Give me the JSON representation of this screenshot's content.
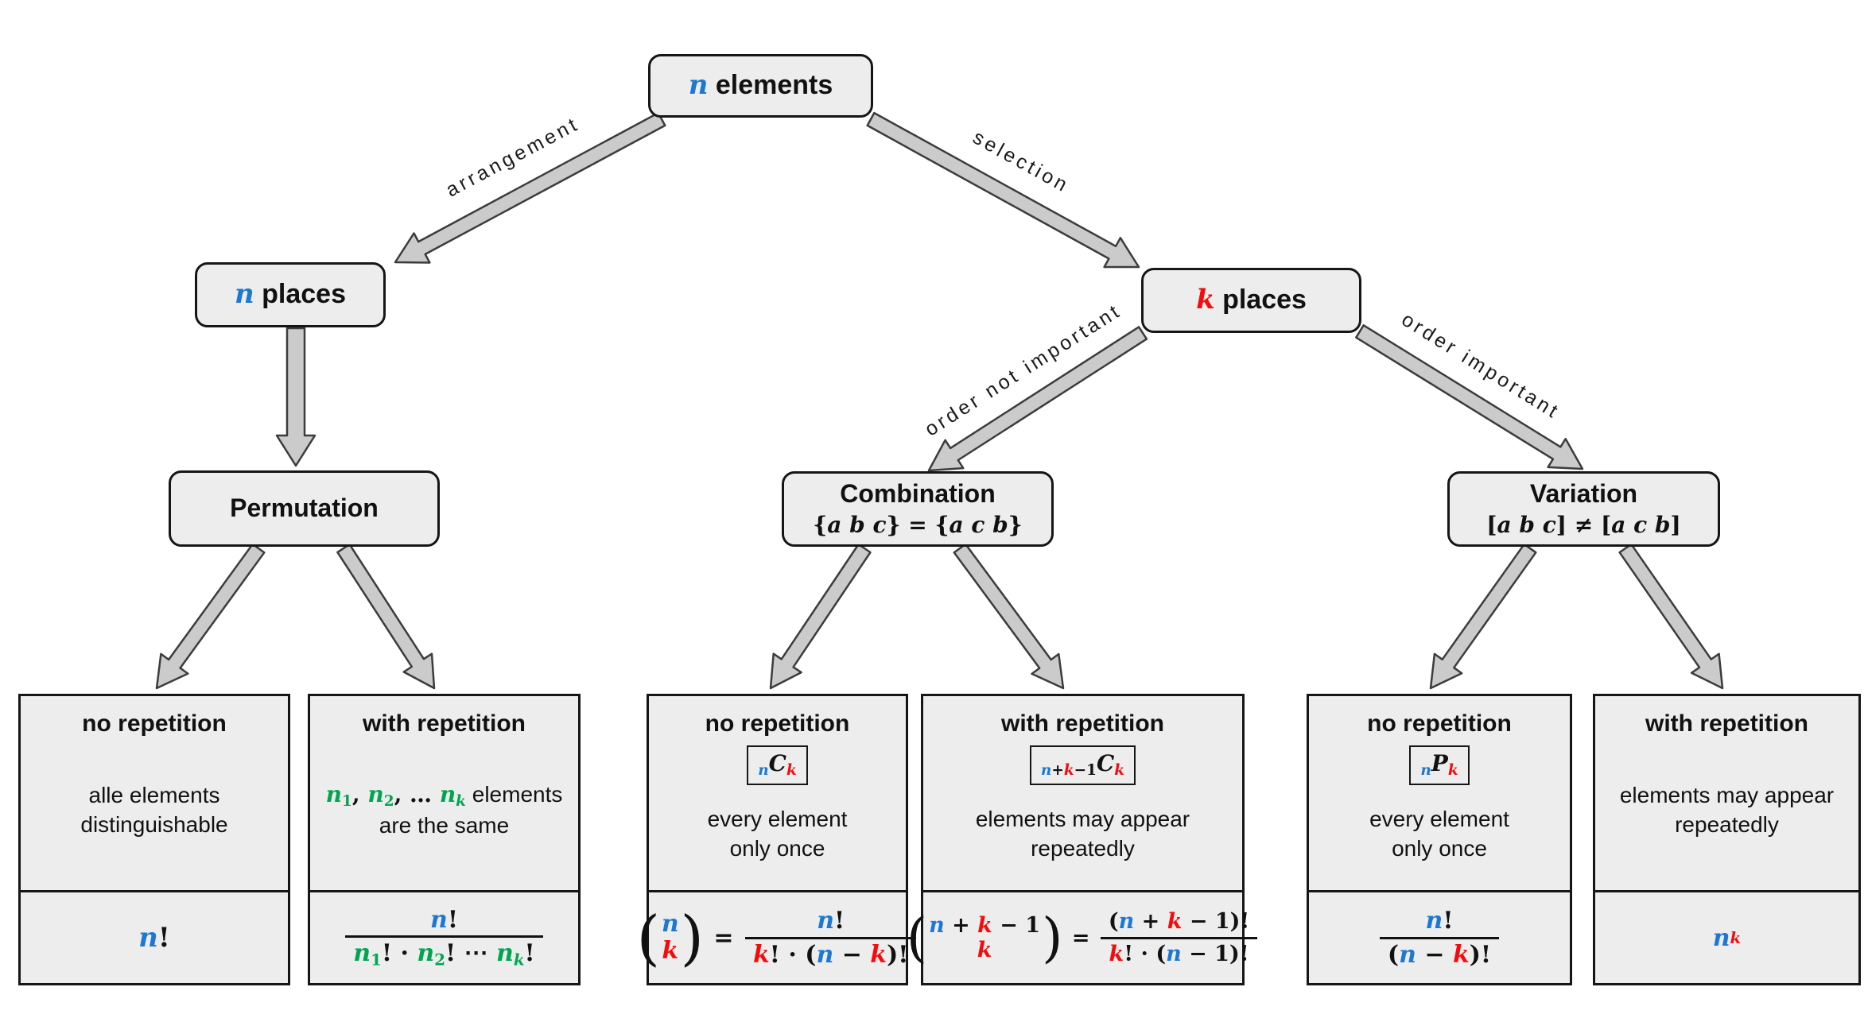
{
  "colors": {
    "blue": "#1c78d3",
    "red": "#f40b0b",
    "green": "#00a550",
    "box_fill": "#ededed",
    "box_border": "#161616",
    "arrow_fill": "#cbcbcb",
    "arrow_stroke": "#3c3c3c"
  },
  "nodes": {
    "root": {
      "title": [
        {
          "t": "n",
          "k": "m",
          "c": "blue"
        },
        {
          "t": " elements",
          "k": "p"
        }
      ]
    },
    "n_places": {
      "title": [
        {
          "t": "n",
          "k": "m",
          "c": "blue"
        },
        {
          "t": " places",
          "k": "p"
        }
      ]
    },
    "k_places": {
      "title": [
        {
          "t": "k",
          "k": "m",
          "c": "red"
        },
        {
          "t": " places",
          "k": "p"
        }
      ]
    },
    "permutation": {
      "title": [
        {
          "t": "Permutation",
          "k": "p"
        }
      ]
    },
    "combination": {
      "title": [
        {
          "t": "Combination",
          "k": "p"
        }
      ],
      "subtitle": [
        {
          "t": "{",
          "k": "o"
        },
        {
          "t": "a b c",
          "k": "m"
        },
        {
          "t": "} = {",
          "k": "o"
        },
        {
          "t": "a c b",
          "k": "m"
        },
        {
          "t": "}",
          "k": "o"
        }
      ]
    },
    "variation": {
      "title": [
        {
          "t": "Variation",
          "k": "p"
        }
      ],
      "subtitle": [
        {
          "t": "[",
          "k": "o"
        },
        {
          "t": "a b c",
          "k": "m"
        },
        {
          "t": "] ≠ [",
          "k": "o"
        },
        {
          "t": "a c b",
          "k": "m"
        },
        {
          "t": "]",
          "k": "o"
        }
      ]
    }
  },
  "edges": {
    "arrangement": {
      "label": "arrangement"
    },
    "selection": {
      "label": "selection"
    },
    "order_not_important": {
      "label": "order not important"
    },
    "order_important": {
      "label": "order important"
    }
  },
  "leaves": [
    {
      "id": "permutation-no-repetition",
      "title": "no repetition",
      "desc": [
        [
          {
            "t": "alle elements",
            "k": "p"
          }
        ],
        [
          {
            "t": "distinguishable",
            "k": "p"
          }
        ]
      ],
      "formula": [
        {
          "t": "n",
          "k": "m",
          "c": "blue"
        },
        {
          "t": "!",
          "k": "o"
        }
      ]
    },
    {
      "id": "permutation-with-repetition",
      "title": "with repetition",
      "desc": [
        [
          {
            "t": "n",
            "k": "m",
            "c": "green"
          },
          {
            "t": "1",
            "k": "o",
            "c": "green",
            "v": "sub"
          },
          {
            "t": ", ",
            "k": "o"
          },
          {
            "t": "n",
            "k": "m",
            "c": "green"
          },
          {
            "t": "2",
            "k": "o",
            "c": "green",
            "v": "sub"
          },
          {
            "t": ", … ",
            "k": "o"
          },
          {
            "t": "n",
            "k": "m",
            "c": "green"
          },
          {
            "t": "k",
            "k": "m",
            "c": "green",
            "v": "sub"
          },
          {
            "t": " elements",
            "k": "p"
          }
        ],
        [
          {
            "t": "are the same",
            "k": "p"
          }
        ]
      ],
      "formula": [
        {
          "frac": {
            "num": [
              {
                "t": "n",
                "k": "m",
                "c": "blue"
              },
              {
                "t": "!",
                "k": "o"
              }
            ],
            "den": [
              {
                "t": "n",
                "k": "m",
                "c": "green"
              },
              {
                "t": "1",
                "k": "o",
                "c": "green",
                "v": "sub"
              },
              {
                "t": "! · ",
                "k": "o"
              },
              {
                "t": "n",
                "k": "m",
                "c": "green"
              },
              {
                "t": "2",
                "k": "o",
                "c": "green",
                "v": "sub"
              },
              {
                "t": "! ⋯ ",
                "k": "o"
              },
              {
                "t": "n",
                "k": "m",
                "c": "green"
              },
              {
                "t": "k",
                "k": "m",
                "c": "green",
                "v": "sub"
              },
              {
                "t": "!",
                "k": "o"
              }
            ]
          }
        }
      ]
    },
    {
      "id": "combination-no-repetition",
      "title": "no repetition",
      "badge": [
        {
          "t": "n",
          "k": "m",
          "c": "blue",
          "v": "sub"
        },
        {
          "t": "C",
          "k": "m"
        },
        {
          "t": "k",
          "k": "m",
          "c": "red",
          "v": "sub"
        }
      ],
      "desc": [
        [
          {
            "t": "every element",
            "k": "p"
          }
        ],
        [
          {
            "t": "only once",
            "k": "p"
          }
        ]
      ],
      "formula": [
        {
          "binom": {
            "top": [
              {
                "t": "n",
                "k": "m",
                "c": "blue"
              }
            ],
            "bot": [
              {
                "t": "k",
                "k": "m",
                "c": "red"
              }
            ]
          }
        },
        {
          "t": " = ",
          "k": "o"
        },
        {
          "frac": {
            "num": [
              {
                "t": "n",
                "k": "m",
                "c": "blue"
              },
              {
                "t": "!",
                "k": "o"
              }
            ],
            "den": [
              {
                "t": "k",
                "k": "m",
                "c": "red"
              },
              {
                "t": "! · (",
                "k": "o"
              },
              {
                "t": "n",
                "k": "m",
                "c": "blue"
              },
              {
                "t": " − ",
                "k": "o"
              },
              {
                "t": "k",
                "k": "m",
                "c": "red"
              },
              {
                "t": ")!",
                "k": "o"
              }
            ]
          }
        }
      ]
    },
    {
      "id": "combination-with-repetition",
      "title": "with repetition",
      "badge": [
        {
          "t": "n",
          "k": "m",
          "c": "blue",
          "v": "sub"
        },
        {
          "t": "+",
          "k": "o",
          "v": "sub"
        },
        {
          "t": "k",
          "k": "m",
          "c": "red",
          "v": "sub"
        },
        {
          "t": "−1",
          "k": "o",
          "v": "sub"
        },
        {
          "t": "C",
          "k": "m"
        },
        {
          "t": "k",
          "k": "m",
          "c": "red",
          "v": "sub"
        }
      ],
      "desc": [
        [
          {
            "t": "elements may appear",
            "k": "p"
          }
        ],
        [
          {
            "t": "repeatedly",
            "k": "p"
          }
        ]
      ],
      "formula": [
        {
          "binom": {
            "top": [
              {
                "t": "n",
                "k": "m",
                "c": "blue"
              },
              {
                "t": " + ",
                "k": "o"
              },
              {
                "t": "k",
                "k": "m",
                "c": "red"
              },
              {
                "t": " − 1",
                "k": "o"
              }
            ],
            "bot": [
              {
                "t": "k",
                "k": "m",
                "c": "red"
              }
            ]
          }
        },
        {
          "t": " = ",
          "k": "o"
        },
        {
          "frac": {
            "num": [
              {
                "t": "(",
                "k": "o"
              },
              {
                "t": "n",
                "k": "m",
                "c": "blue"
              },
              {
                "t": " + ",
                "k": "o"
              },
              {
                "t": "k",
                "k": "m",
                "c": "red"
              },
              {
                "t": " − 1)!",
                "k": "o"
              }
            ],
            "den": [
              {
                "t": "k",
                "k": "m",
                "c": "red"
              },
              {
                "t": "! · (",
                "k": "o"
              },
              {
                "t": "n",
                "k": "m",
                "c": "blue"
              },
              {
                "t": " − 1)!",
                "k": "o"
              }
            ]
          }
        }
      ]
    },
    {
      "id": "variation-no-repetition",
      "title": "no repetition",
      "badge": [
        {
          "t": "n",
          "k": "m",
          "c": "blue",
          "v": "sub"
        },
        {
          "t": "P",
          "k": "m"
        },
        {
          "t": "k",
          "k": "m",
          "c": "red",
          "v": "sub"
        }
      ],
      "desc": [
        [
          {
            "t": "every element",
            "k": "p"
          }
        ],
        [
          {
            "t": "only once",
            "k": "p"
          }
        ]
      ],
      "formula": [
        {
          "frac": {
            "num": [
              {
                "t": "n",
                "k": "m",
                "c": "blue"
              },
              {
                "t": "!",
                "k": "o"
              }
            ],
            "den": [
              {
                "t": "(",
                "k": "o"
              },
              {
                "t": "n",
                "k": "m",
                "c": "blue"
              },
              {
                "t": " − ",
                "k": "o"
              },
              {
                "t": "k",
                "k": "m",
                "c": "red"
              },
              {
                "t": ")!",
                "k": "o"
              }
            ]
          }
        }
      ]
    },
    {
      "id": "variation-with-repetition",
      "title": "with repetition",
      "desc": [
        [
          {
            "t": "elements may appear",
            "k": "p"
          }
        ],
        [
          {
            "t": "repeatedly",
            "k": "p"
          }
        ]
      ],
      "formula": [
        {
          "t": "n",
          "k": "m",
          "c": "blue"
        },
        {
          "t": "k",
          "k": "m",
          "c": "red",
          "v": "sup"
        }
      ]
    }
  ]
}
